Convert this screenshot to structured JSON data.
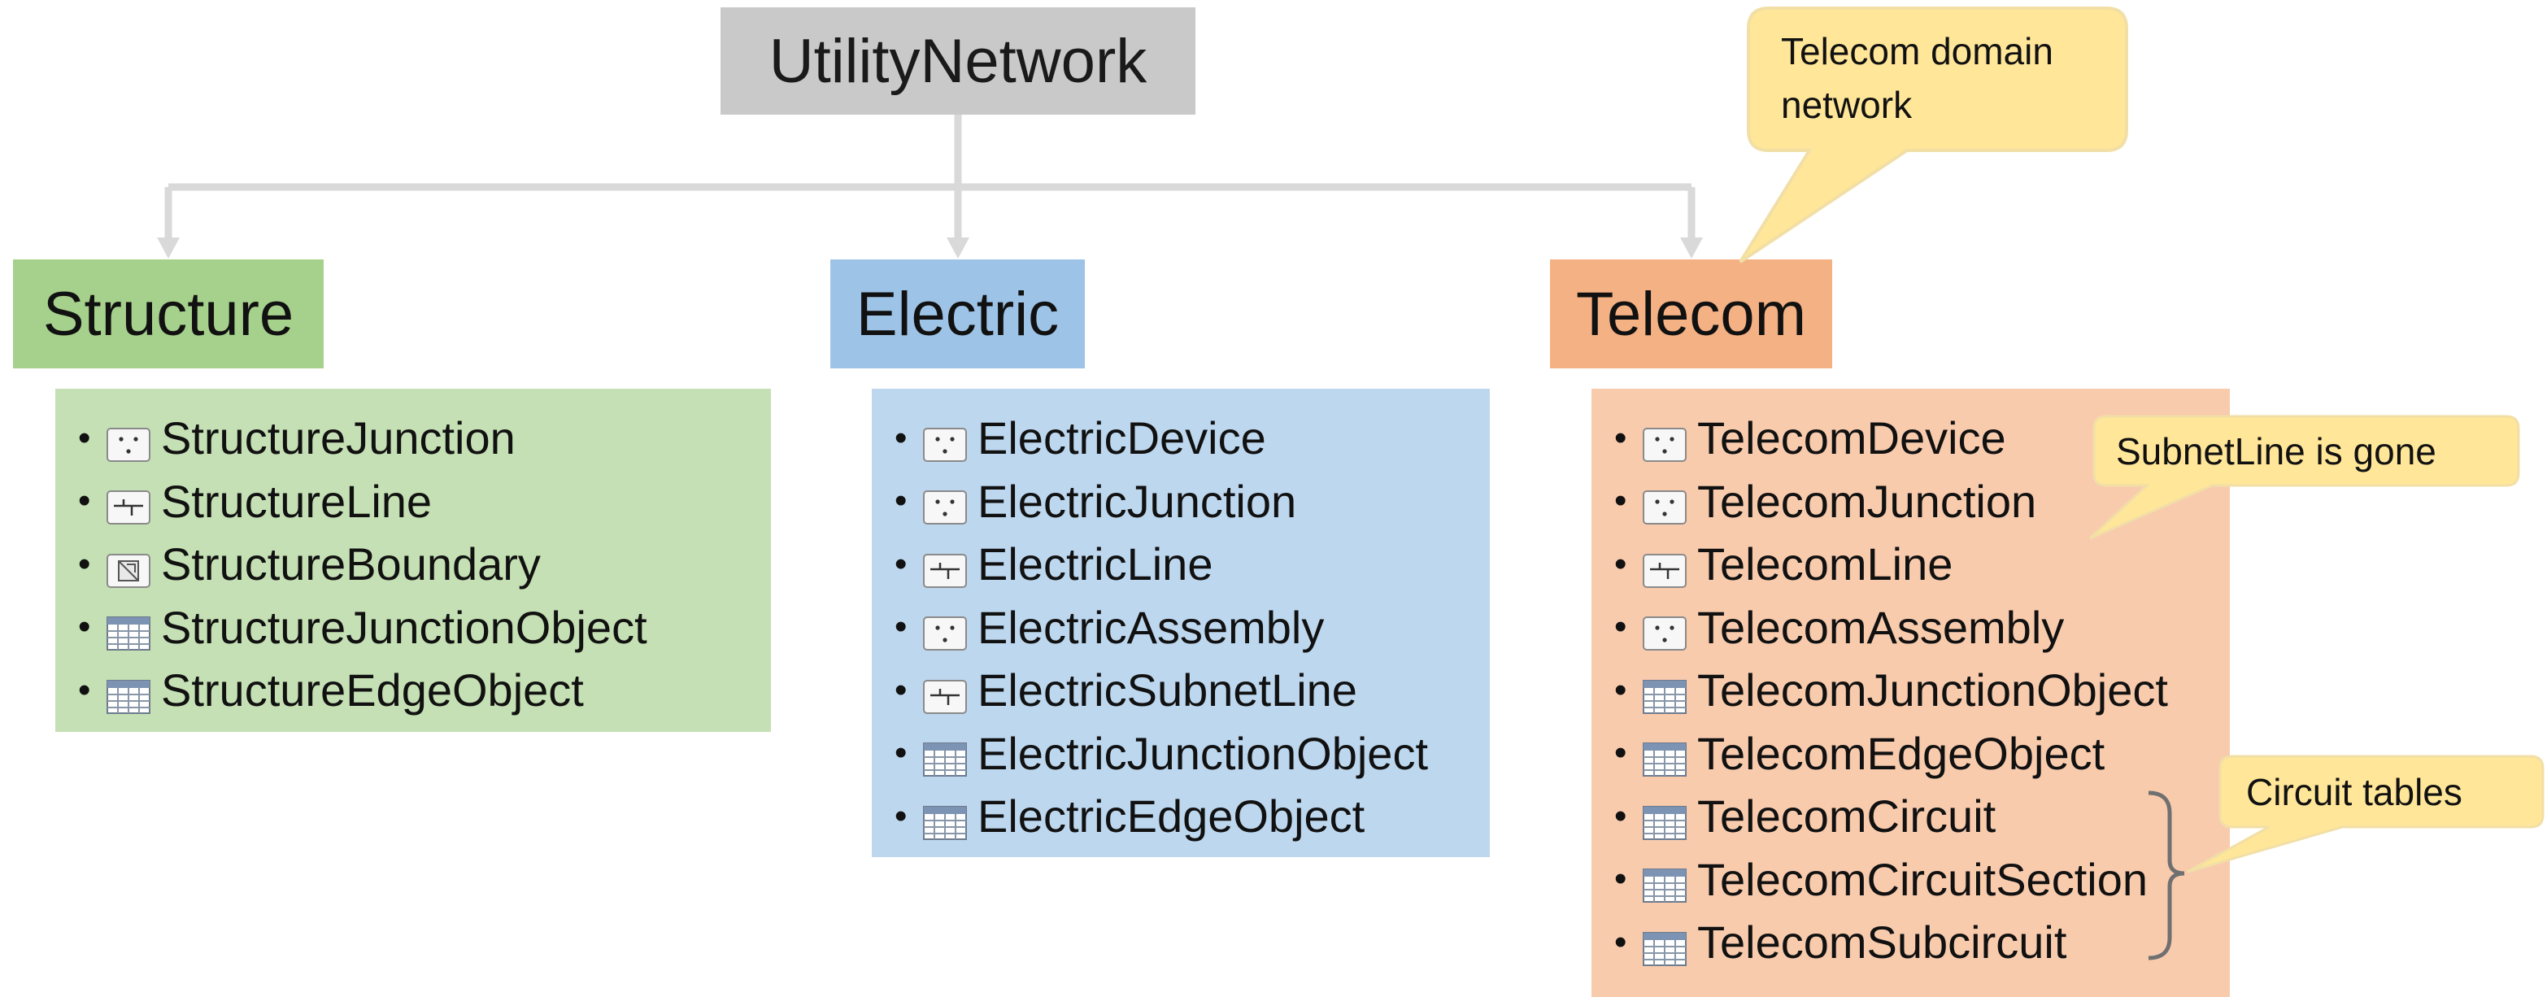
{
  "root": {
    "label": "UtilityNetwork"
  },
  "domains": [
    {
      "key": "structure",
      "title": "Structure",
      "items": [
        {
          "label": "StructureJunction",
          "icon": "point-feature-icon"
        },
        {
          "label": "StructureLine",
          "icon": "line-feature-icon"
        },
        {
          "label": "StructureBoundary",
          "icon": "polygon-feature-icon"
        },
        {
          "label": "StructureJunctionObject",
          "icon": "table-icon"
        },
        {
          "label": "StructureEdgeObject",
          "icon": "table-icon"
        }
      ]
    },
    {
      "key": "electric",
      "title": "Electric",
      "items": [
        {
          "label": "ElectricDevice",
          "icon": "point-feature-icon"
        },
        {
          "label": "ElectricJunction",
          "icon": "point-feature-icon"
        },
        {
          "label": "ElectricLine",
          "icon": "line-feature-icon"
        },
        {
          "label": "ElectricAssembly",
          "icon": "point-feature-icon"
        },
        {
          "label": "ElectricSubnetLine",
          "icon": "line-feature-icon"
        },
        {
          "label": "ElectricJunctionObject",
          "icon": "table-icon"
        },
        {
          "label": "ElectricEdgeObject",
          "icon": "table-icon"
        }
      ]
    },
    {
      "key": "telecom",
      "title": "Telecom",
      "items": [
        {
          "label": "TelecomDevice",
          "icon": "point-feature-icon"
        },
        {
          "label": "TelecomJunction",
          "icon": "point-feature-icon"
        },
        {
          "label": "TelecomLine",
          "icon": "line-feature-icon"
        },
        {
          "label": "TelecomAssembly",
          "icon": "point-feature-icon"
        },
        {
          "label": "TelecomJunctionObject",
          "icon": "table-icon"
        },
        {
          "label": "TelecomEdgeObject",
          "icon": "table-icon"
        },
        {
          "label": "TelecomCircuit",
          "icon": "table-icon"
        },
        {
          "label": "TelecomCircuitSection",
          "icon": "table-icon"
        },
        {
          "label": "TelecomSubcircuit",
          "icon": "table-icon"
        }
      ]
    }
  ],
  "callouts": {
    "telecom_domain": "Telecom domain network",
    "subnetline_gone": "SubnetLine is gone",
    "circuit_tables": "Circuit tables"
  },
  "colors": {
    "structure_header": "#a6d18c",
    "structure_body": "#c5e0b4",
    "electric_header": "#9dc3e6",
    "electric_body": "#bdd7ee",
    "telecom_header": "#f4b183",
    "telecom_body": "#f8cbad",
    "root": "#c9c9c9",
    "callout": "#ffe699",
    "connector": "#d9d9d9"
  }
}
